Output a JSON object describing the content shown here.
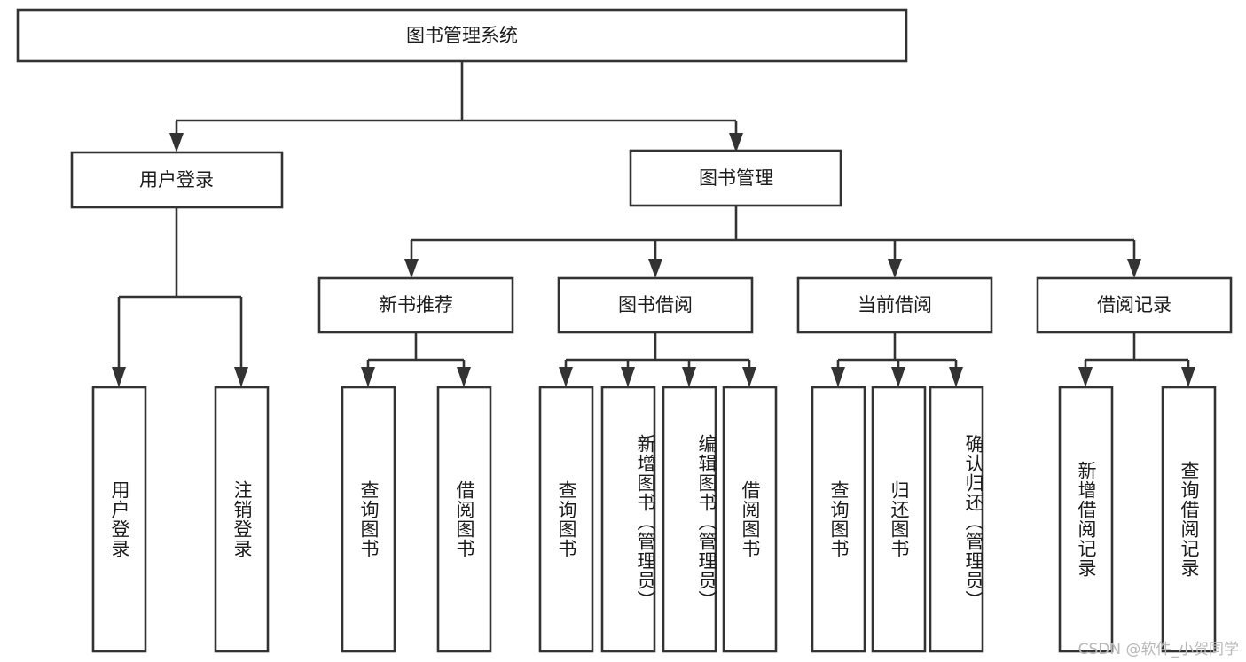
{
  "diagram": {
    "title": "图书管理系统",
    "type": "tree-hierarchy-chart",
    "watermark": "CSDN @软件_小贺同学",
    "colors": {
      "stroke": "#333333",
      "fill": "#ffffff",
      "text": "#1c1c1c",
      "watermark": "#b8b8b8"
    },
    "levels": {
      "root": {
        "label": "图书管理系统",
        "orientation": "horizontal"
      },
      "level2": [
        {
          "id": "user-login",
          "label": "用户登录",
          "orientation": "horizontal"
        },
        {
          "id": "book-manage",
          "label": "图书管理",
          "orientation": "horizontal"
        }
      ],
      "level3": [
        {
          "id": "new-book-recommend",
          "label": "新书推荐",
          "orientation": "horizontal",
          "parent": "book-manage"
        },
        {
          "id": "book-borrow",
          "label": "图书借阅",
          "orientation": "horizontal",
          "parent": "book-manage"
        },
        {
          "id": "current-borrow",
          "label": "当前借阅",
          "orientation": "horizontal",
          "parent": "book-manage"
        },
        {
          "id": "borrow-record",
          "label": "借阅记录",
          "orientation": "horizontal",
          "parent": "book-manage"
        }
      ],
      "level4": [
        {
          "id": "leaf-user-login",
          "label": "用户登录",
          "orientation": "vertical",
          "parent": "user-login"
        },
        {
          "id": "leaf-logout",
          "label": "注销登录",
          "orientation": "vertical",
          "parent": "user-login"
        },
        {
          "id": "leaf-query-book-1",
          "label": "查询图书",
          "orientation": "vertical",
          "parent": "new-book-recommend"
        },
        {
          "id": "leaf-borrow-book-1",
          "label": "借阅图书",
          "orientation": "vertical",
          "parent": "new-book-recommend"
        },
        {
          "id": "leaf-query-book-2",
          "label": "查询图书",
          "orientation": "vertical",
          "parent": "book-borrow"
        },
        {
          "id": "leaf-add-book",
          "label": "新增图书（管理员）",
          "orientation": "vertical",
          "parent": "book-borrow"
        },
        {
          "id": "leaf-edit-book",
          "label": "编辑图书（管理员）",
          "orientation": "vertical",
          "parent": "book-borrow"
        },
        {
          "id": "leaf-borrow-book-2",
          "label": "借阅图书",
          "orientation": "vertical",
          "parent": "book-borrow"
        },
        {
          "id": "leaf-query-book-3",
          "label": "查询图书",
          "orientation": "vertical",
          "parent": "current-borrow"
        },
        {
          "id": "leaf-return-book",
          "label": "归还图书",
          "orientation": "vertical",
          "parent": "current-borrow"
        },
        {
          "id": "leaf-confirm-return",
          "label": "确认归还（管理员）",
          "orientation": "vertical",
          "parent": "current-borrow"
        },
        {
          "id": "leaf-add-record",
          "label": "新增借阅记录",
          "orientation": "vertical",
          "parent": "borrow-record"
        },
        {
          "id": "leaf-query-record",
          "label": "查询借阅记录",
          "orientation": "vertical",
          "parent": "borrow-record"
        }
      ]
    }
  }
}
